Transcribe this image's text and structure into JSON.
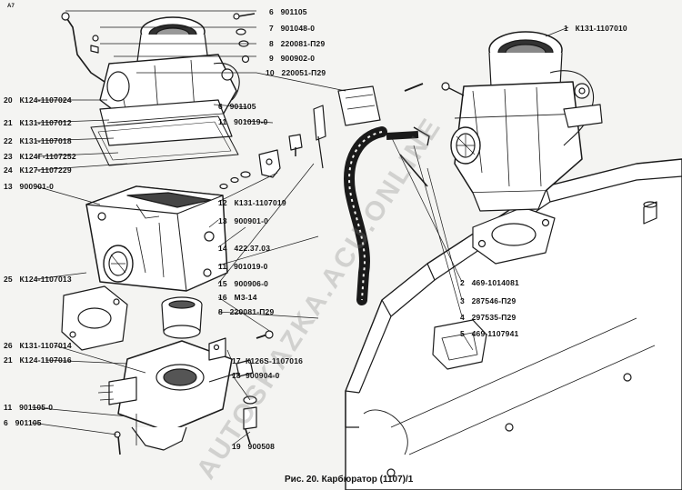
{
  "caption": "Рис. 20. Карбюратор (1107)/1",
  "watermark": "AUTOSKAZKA.ACU.ONLINE",
  "corner_mark": "A7",
  "labels": {
    "l1": {
      "num": "1",
      "part": "К131-1107010"
    },
    "l2": {
      "num": "2",
      "part": "469-1014081"
    },
    "l3": {
      "num": "3",
      "part": "287546-П29"
    },
    "l4": {
      "num": "4",
      "part": "297535-П29"
    },
    "l5": {
      "num": "5",
      "part": "469-1107941"
    },
    "l6a": {
      "num": "6",
      "part": "901105"
    },
    "l7": {
      "num": "7",
      "part": "901048-0"
    },
    "l8a": {
      "num": "8",
      "part": "220081-П29"
    },
    "l9a": {
      "num": "9",
      "part": "900902-0"
    },
    "l10": {
      "num": "10",
      "part": "220051-П29"
    },
    "l6b": {
      "num": "6",
      "part": "901105"
    },
    "l11a": {
      "num": "11",
      "part": "901019-0"
    },
    "l12": {
      "num": "12",
      "part": "К131-1107019"
    },
    "l13a": {
      "num": "13",
      "part": "900901-0"
    },
    "l14": {
      "num": "14",
      "part": "422.37.03"
    },
    "l11b": {
      "num": "11",
      "part": "901019-0"
    },
    "l15": {
      "num": "15",
      "part": "900906-0"
    },
    "l16": {
      "num": "16",
      "part": "М3-14"
    },
    "l8b": {
      "num": "8",
      "part": "220081-П29"
    },
    "l17": {
      "num": "17",
      "part": "К126S-1107016"
    },
    "l18": {
      "num": "18",
      "part": "900904-0"
    },
    "l19": {
      "num": "19",
      "part": "900508"
    },
    "l20": {
      "num": "20",
      "part": "К124-1107024"
    },
    "l21a": {
      "num": "21",
      "part": "К131-1107012"
    },
    "l22": {
      "num": "22",
      "part": "К131-1107018"
    },
    "l23": {
      "num": "23",
      "part": "К124Г-1107252"
    },
    "l24": {
      "num": "24",
      "part": "К127-1107229"
    },
    "l13b": {
      "num": "13",
      "part": "900901-0"
    },
    "l25": {
      "num": "25",
      "part": "К124-1107013"
    },
    "l26": {
      "num": "26",
      "part": "К131-1107014"
    },
    "l21b": {
      "num": "21",
      "part": "К124-1107016"
    },
    "l11c": {
      "num": "11",
      "part": "901105-0"
    },
    "l6c": {
      "num": "6",
      "part": "901105"
    }
  }
}
